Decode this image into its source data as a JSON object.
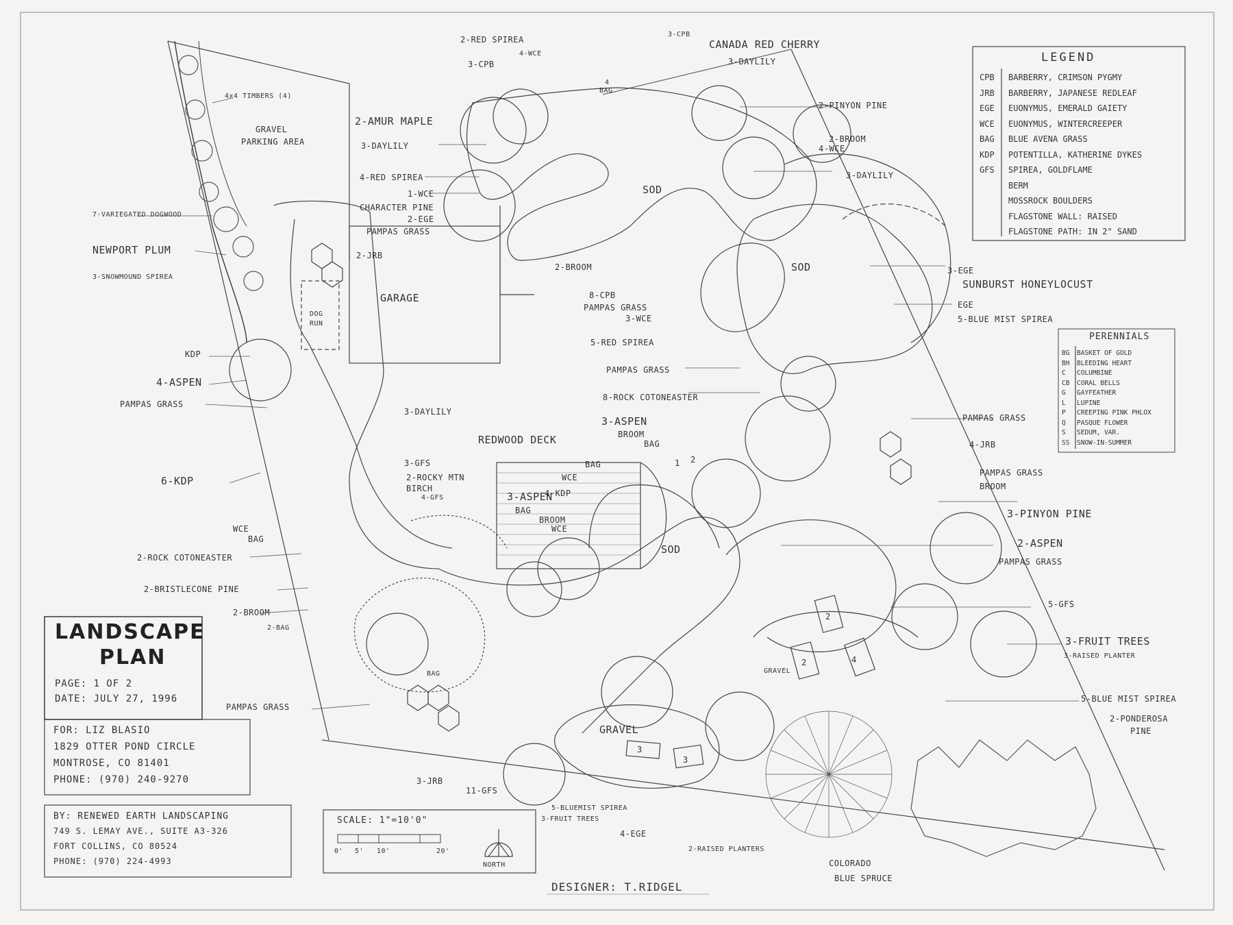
{
  "title_block": {
    "title_line1": "LANDSCAPE",
    "title_line2": "PLAN",
    "page": "PAGE: 1 OF 2",
    "date": "DATE: JULY 27, 1996",
    "client": [
      "FOR: LIZ BLASIO",
      "1829 OTTER POND CIRCLE",
      "MONTROSE, CO 81401",
      "PHONE: (970) 240-9270"
    ],
    "firm": [
      "BY: RENEWED EARTH LANDSCAPING",
      "749 S. LEMAY AVE., SUITE A3-326",
      "FORT COLLINS, CO 80524",
      "PHONE: (970) 224-4993"
    ],
    "scale": "SCALE: 1\"=10'0\"",
    "scale_ticks": [
      "0'",
      "5'",
      "10'",
      "20'"
    ],
    "north": "NORTH",
    "designer": "DESIGNER: T.RIDGEL"
  },
  "legend": {
    "title": "LEGEND",
    "rows": [
      {
        "code": "CPB",
        "name": "BARBERRY, CRIMSON PYGMY"
      },
      {
        "code": "JRB",
        "name": "BARBERRY, JAPANESE REDLEAF"
      },
      {
        "code": "EGE",
        "name": "EUONYMUS, EMERALD GAIETY"
      },
      {
        "code": "WCE",
        "name": "EUONYMUS, WINTERCREEPER"
      },
      {
        "code": "BAG",
        "name": "BLUE AVENA GRASS"
      },
      {
        "code": "KDP",
        "name": "POTENTILLA, KATHERINE DYKES"
      },
      {
        "code": "GFS",
        "name": "SPIREA, GOLDFLAME"
      },
      {
        "code": "",
        "name": "BERM"
      },
      {
        "code": "",
        "name": "MOSSROCK BOULDERS"
      },
      {
        "code": "",
        "name": "FLAGSTONE WALL: RAISED"
      },
      {
        "code": "",
        "name": "FLAGSTONE PATH: IN 2\" SAND"
      }
    ]
  },
  "perennials": {
    "title": "PERENNIALS",
    "rows": [
      {
        "code": "BG",
        "name": "BASKET OF GOLD"
      },
      {
        "code": "BH",
        "name": "BLEEDING HEART"
      },
      {
        "code": "C",
        "name": "COLUMBINE"
      },
      {
        "code": "CB",
        "name": "CORAL BELLS"
      },
      {
        "code": "G",
        "name": "GAYFEATHER"
      },
      {
        "code": "L",
        "name": "LUPINE"
      },
      {
        "code": "P",
        "name": "CREEPING PINK PHLOX"
      },
      {
        "code": "Q",
        "name": "PASQUE FLOWER"
      },
      {
        "code": "S",
        "name": "SEDUM, VAR."
      },
      {
        "code": "SS",
        "name": "SNOW-IN-SUMMER"
      }
    ]
  },
  "labels": {
    "l_4x4": "4x4 TIMBERS (4)",
    "gravel_parking": "GRAVEL",
    "gravel_parking2": "PARKING AREA",
    "variegated": "7-VARIEGATED DOGWOOD",
    "newport": "NEWPORT PLUM",
    "snowmound": "3-SNOWMOUND SPIREA",
    "garage": "GARAGE",
    "dog": "DOG",
    "dog2": "RUN",
    "kdp": "KDP",
    "aspen4": "4-ASPEN",
    "pampas1": "PAMPAS GRASS",
    "kdp6": "6-KDP",
    "wce1": "WCE",
    "bag1": "BAG",
    "rockcot2": "2-ROCK COTONEASTER",
    "bristle": "2-BRISTLECONE PINE",
    "broom2a": "2-BROOM",
    "bag2": "2-BAG",
    "pampas2": "PAMPAS GRASS",
    "redspirea2": "2-RED SPIREA",
    "cpb3": "3-CPB",
    "wce4": "4-WCE",
    "amur": "2-AMUR MAPLE",
    "daylily3a": "3-DAYLILY",
    "redspirea4": "4-RED SPIREA",
    "wce1b": "1-WCE",
    "charpine": "CHARACTER PINE",
    "ege2": "2-EGE",
    "pampas3": "PAMPAS GRASS",
    "jrb2": "2-JRB",
    "bag4": "4",
    "bag4b": "BAG",
    "cpb3b": "3-CPB",
    "canada": "CANADA RED CHERRY",
    "daylily3b": "3-DAYLILY",
    "pinyon2": "2-PINYON PINE",
    "broom2b": "2-BROOM",
    "wce4b": "4-WCE",
    "daylily3c": "3-DAYLILY",
    "sod1": "SOD",
    "sod2": "SOD",
    "sod3": "SOD",
    "broom2c": "2-BROOM",
    "cpb8": "8-CPB",
    "pampas4": "PAMPAS GRASS",
    "wce3": "3-WCE",
    "redspirea5": "5-RED SPIREA",
    "pampas5": "PAMPAS GRASS",
    "rockcot8": "8-ROCK COTONEASTER",
    "ege3": "3-EGE",
    "sunburst": "SUNBURST HONEYLOCUST",
    "ege": "EGE",
    "bluemist5": "5-BLUE MIST SPIREA",
    "daylily3d": "3-DAYLILY",
    "gfs3": "3-GFS",
    "rockymtn": "2-ROCKY MTN",
    "birch": "BIRCH",
    "gfs4": "4-GFS",
    "redwood": "REDWOOD DECK",
    "aspen3": "3-ASPEN",
    "broom": "BROOM",
    "bag5": "BAG",
    "bag6": "BAG",
    "wce5": "WCE",
    "aspen3b": "3-ASPEN",
    "kdp4": "4-KDP",
    "bag7": "BAG",
    "broom3": "BROOM",
    "wce6": "WCE",
    "pampas6": "PAMPAS GRASS",
    "jrb4": "4-JRB",
    "pampas7": "PAMPAS GRASS",
    "broom4": "BROOM",
    "pinyon3": "3-PINYON PINE",
    "aspen2": "2-ASPEN",
    "pampas8": "PAMPAS GRASS",
    "gfs5": "5-GFS",
    "fruit3": "3-FRUIT TREES",
    "raised3": "3-RAISED PLANTER",
    "gravel1": "GRAVEL",
    "gravel2": "GRAVEL",
    "bluemist5b": "5-BLUE MIST SPIREA",
    "ponderosa": "2-PONDEROSA",
    "ponderosa2": "PINE",
    "bag8": "BAG",
    "jrb3": "3-JRB",
    "gfs11": "11-GFS",
    "bluemist5c": "5-BLUEMIST SPIREA",
    "fruit3b": "3-FRUIT TREES",
    "ege4": "4-EGE",
    "raised2": "2-RAISED PLANTERS",
    "colorado": "COLORADO",
    "colorado2": "BLUE SPRUCE",
    "p2a": "2",
    "p2b": "2",
    "p4": "4",
    "p3a": "3",
    "p3b": "3",
    "n1": "1",
    "n2": "2"
  },
  "colors": {
    "paper": "#f4f4f2",
    "pencil": "#3a3a3a"
  }
}
